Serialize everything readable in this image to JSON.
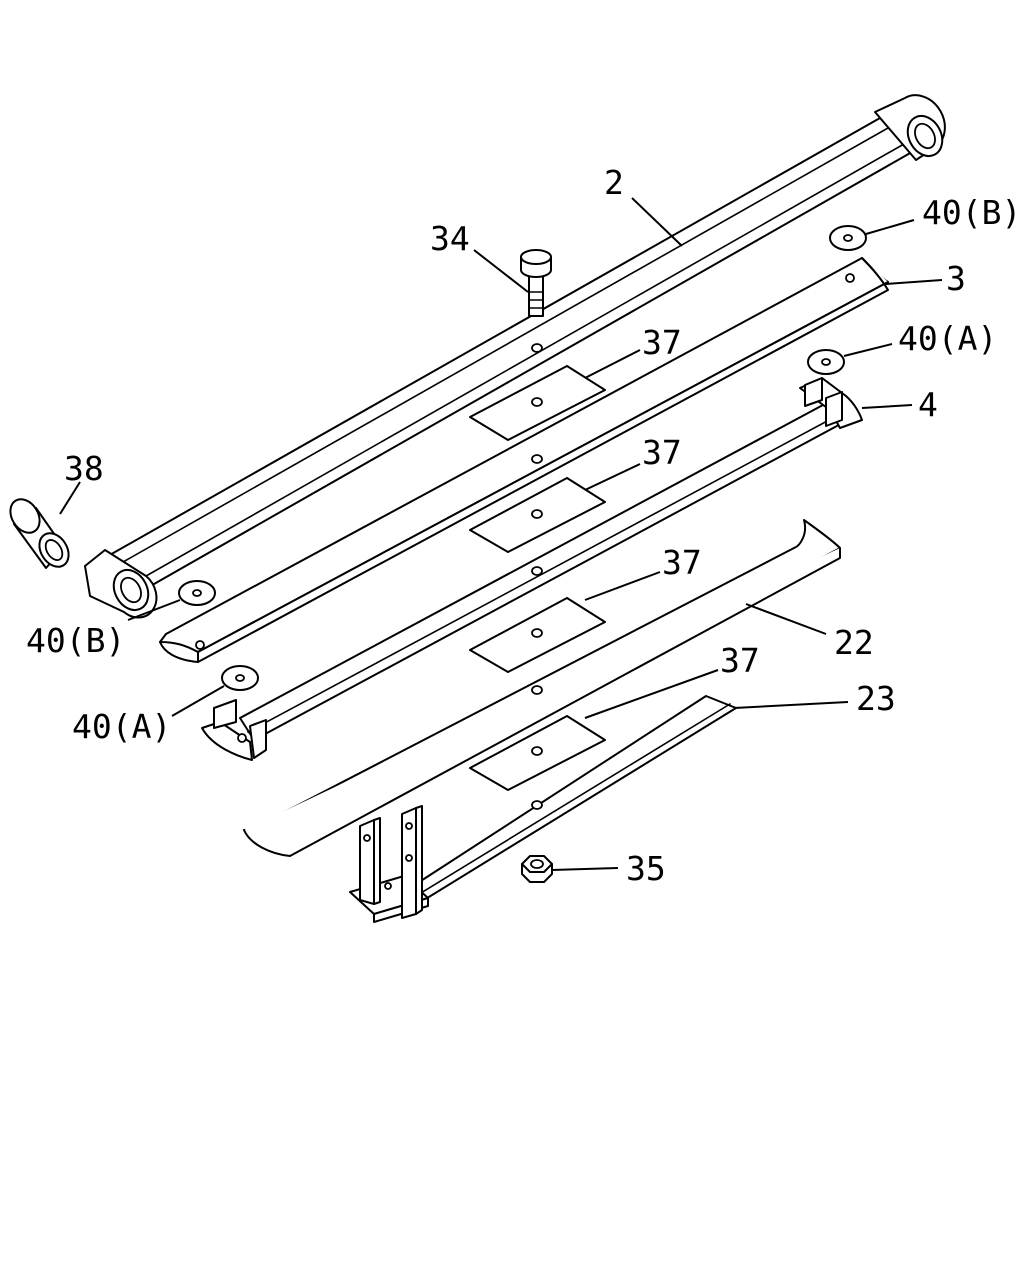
{
  "diagram": {
    "type": "exploded parts diagram",
    "accent_color": "#000000",
    "background_color": "#ffffff",
    "callouts": [
      {
        "id": "c2",
        "text": "2"
      },
      {
        "id": "c34",
        "text": "34"
      },
      {
        "id": "c40b_top",
        "text": "40(B)"
      },
      {
        "id": "c3",
        "text": "3"
      },
      {
        "id": "c37_1",
        "text": "37"
      },
      {
        "id": "c40a_top",
        "text": "40(A)"
      },
      {
        "id": "c4",
        "text": "4"
      },
      {
        "id": "c38",
        "text": "38"
      },
      {
        "id": "c37_2",
        "text": "37"
      },
      {
        "id": "c37_3",
        "text": "37"
      },
      {
        "id": "c22",
        "text": "22"
      },
      {
        "id": "c40b_left",
        "text": "40(B)"
      },
      {
        "id": "c37_4",
        "text": "37"
      },
      {
        "id": "c23",
        "text": "23"
      },
      {
        "id": "c40a_left",
        "text": "40(A)"
      },
      {
        "id": "c35",
        "text": "35"
      }
    ]
  }
}
